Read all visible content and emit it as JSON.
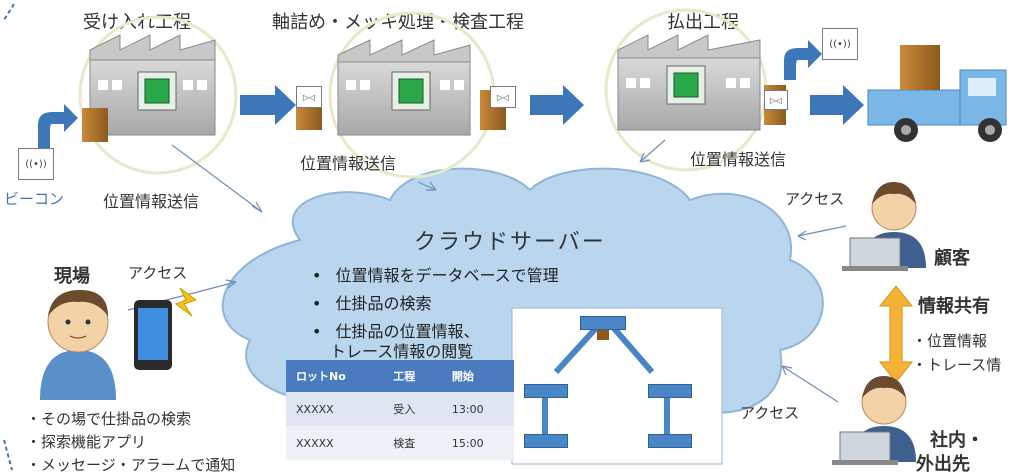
{
  "stages": {
    "receiving": "受け入れ工程",
    "processing": "軸詰め・メッキ処理・検査工程",
    "shipping": "払出工程"
  },
  "labels": {
    "beacon": "ビーコン",
    "position_send_1": "位置情報送信",
    "position_send_2": "位置情報送信",
    "position_send_3": "位置情報送信",
    "access_left": "アクセス",
    "access_top_right": "アクセス",
    "access_bottom_right": "アクセス"
  },
  "cloud": {
    "title": "クラウドサーバー",
    "bullets": [
      "位置情報をデータベースで管理",
      "仕掛品の検索",
      "仕掛品の位置情報、",
      "トレース情報の閲覧"
    ]
  },
  "lot_table": {
    "headers": [
      "ロットNo",
      "工程",
      "開始"
    ],
    "rows": [
      [
        "XXXXX",
        "受入",
        "13:00"
      ],
      [
        "XXXXX",
        "検査",
        "15:00"
      ]
    ]
  },
  "field": {
    "title": "現場",
    "notes": [
      "・その場で仕掛品の検索",
      "・探索機能アプリ",
      "・メッセージ・アラームで通知"
    ]
  },
  "customer": {
    "title": "顧客"
  },
  "sharing": {
    "title": "情報共有",
    "items": [
      "・位置情報",
      "・トレース情"
    ]
  },
  "internal": {
    "line1": "社内・",
    "line2": "外出先"
  },
  "colors": {
    "arrow": "#3e77b8",
    "cloud_fill": "#b9d6ee",
    "cloud_stroke": "#8fb5d9",
    "chip": "#2aa84a",
    "table_header": "#4a7bbf",
    "double_arrow": "#f5b335"
  }
}
